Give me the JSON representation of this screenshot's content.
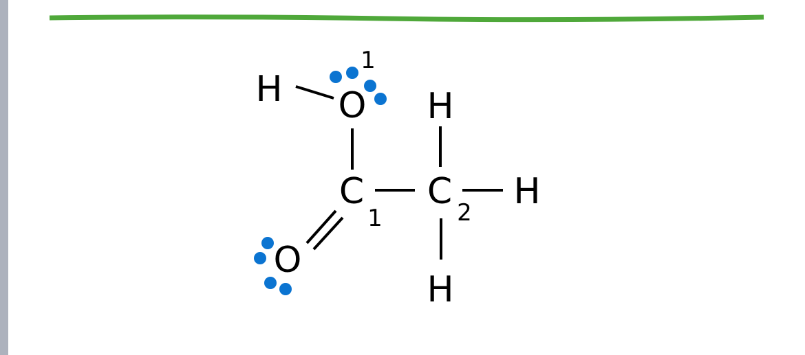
{
  "colors": {
    "divider": "#4fa83a",
    "lone_pairs": "#0b74d1",
    "sidebar": "#adb2bd"
  },
  "atoms": {
    "h_left": "H",
    "o1": "O",
    "o1_index": "1",
    "h_top": "H",
    "c1": "C",
    "c1_index": "1",
    "c2": "C",
    "c2_index": "2",
    "h_right": "H",
    "o2": "O",
    "h_bottom": "H"
  }
}
